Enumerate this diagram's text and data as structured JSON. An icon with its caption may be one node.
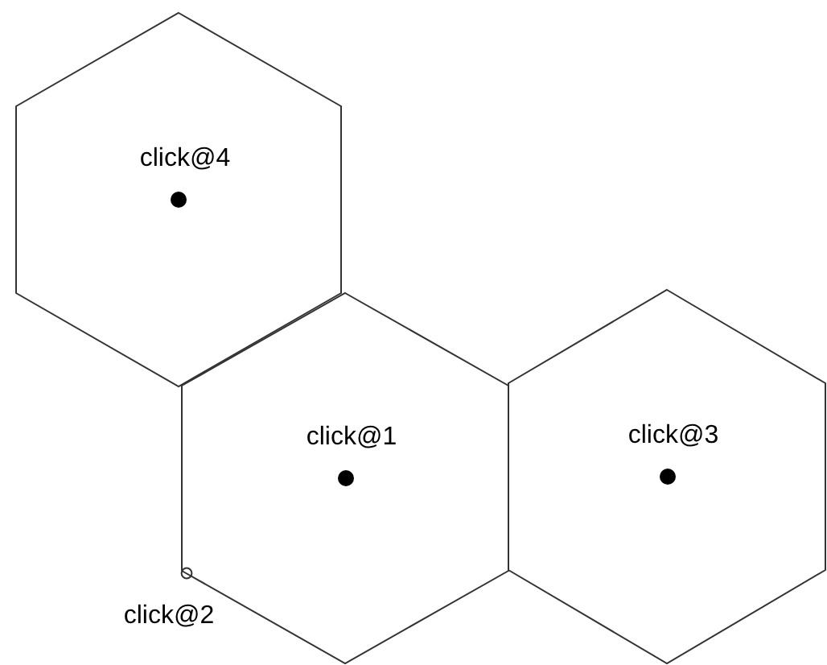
{
  "diagram": {
    "nodes": [
      {
        "text": [
          "click@4"
        ]
      },
      {
        "text": [
          "click@1"
        ]
      },
      {
        "text": [
          "click@3"
        ]
      }
    ],
    "labels": [
      "click@2"
    ]
  }
}
